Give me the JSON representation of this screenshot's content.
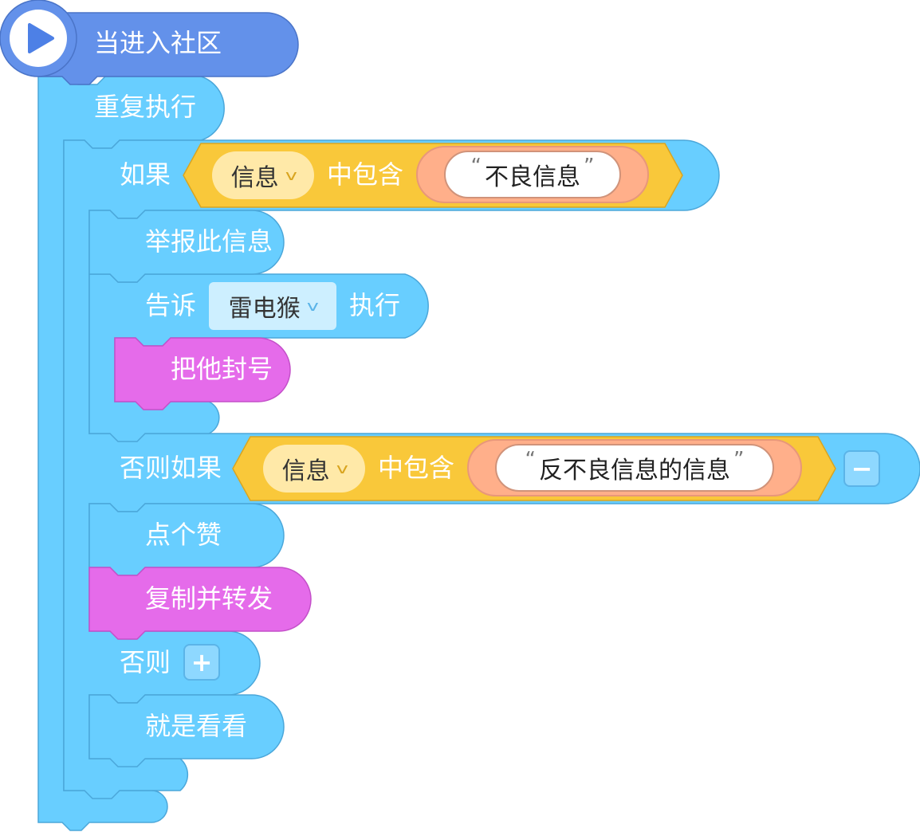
{
  "colors": {
    "event_fill": "#6391EA",
    "control_fill": "#68CEFF",
    "control_stroke": "#4BA7DA",
    "condition_fill": "#F9C83A",
    "condition_stroke": "#D9A520",
    "string_fill": "#FFAF8A",
    "custom_fill": "#E56BEA",
    "custom_stroke": "#C450C9",
    "dropdown_info_fill": "#FFE9A8",
    "dropdown_actor_fill": "#CDEFFF"
  },
  "hat": {
    "label": "当进入社区",
    "icon": "play-icon"
  },
  "repeat": {
    "label": "重复执行"
  },
  "if_block": {
    "label": "如果",
    "dropdown": "信息",
    "operator": "中包含",
    "string": "不良信息"
  },
  "report": {
    "label": "举报此信息"
  },
  "tell": {
    "label": "告诉",
    "target": "雷电猴",
    "exec": "执行"
  },
  "ban": {
    "label": "把他封号"
  },
  "else_if": {
    "label": "否则如果",
    "dropdown": "信息",
    "operator": "中包含",
    "string": "反不良信息的信息",
    "remove_button": "−"
  },
  "like": {
    "label": "点个赞"
  },
  "forward": {
    "label": "复制并转发"
  },
  "else_block": {
    "label": "否则",
    "add_button": "+"
  },
  "watch": {
    "label": "就是看看"
  }
}
